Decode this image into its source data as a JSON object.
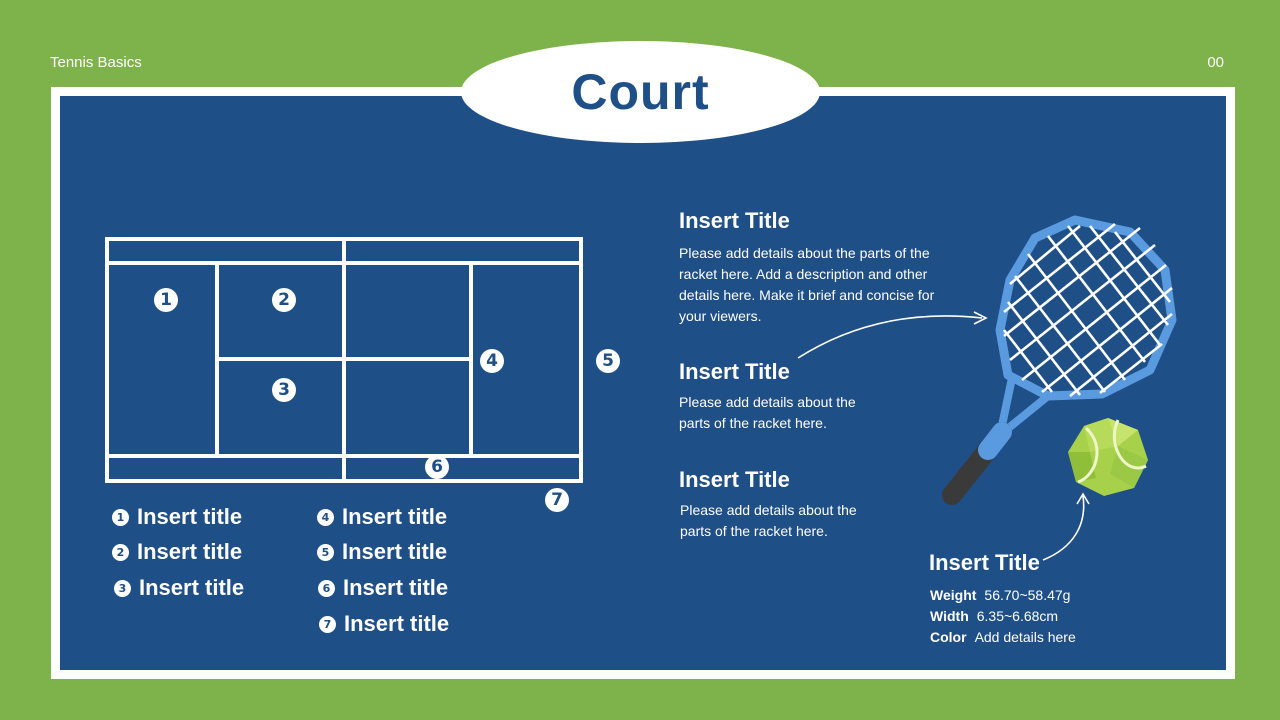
{
  "header": {
    "topic": "Tennis Basics",
    "page_number": "00"
  },
  "title": "Court",
  "court": {
    "markers": [
      "1",
      "2",
      "3",
      "4",
      "5",
      "6",
      "7"
    ]
  },
  "legend": [
    {
      "num": "1",
      "label": "Insert title"
    },
    {
      "num": "2",
      "label": "Insert title"
    },
    {
      "num": "3",
      "label": "Insert title"
    },
    {
      "num": "4",
      "label": "Insert title"
    },
    {
      "num": "5",
      "label": "Insert title"
    },
    {
      "num": "6",
      "label": "Insert title"
    },
    {
      "num": "7",
      "label": "Insert title"
    }
  ],
  "info_blocks": [
    {
      "title": "Insert Title",
      "text": "Please add details about the parts of the racket here. Add a description and other details here. Make it brief and concise for your viewers."
    },
    {
      "title": "Insert Title",
      "text": "Please add details about the parts of the racket here."
    },
    {
      "title": "Insert Title",
      "text": "Please add details about the parts of the racket here."
    }
  ],
  "ball_info": {
    "title": "Insert Title",
    "specs": [
      {
        "label": "Weight",
        "value": "56.70~58.47g"
      },
      {
        "label": "Width",
        "value": "6.35~6.68cm"
      },
      {
        "label": "Color",
        "value": "Add details here"
      }
    ]
  },
  "icons": [
    "tennis-racket-icon",
    "tennis-ball-icon",
    "arrow-icon"
  ],
  "colors": {
    "background": "#7db34a",
    "panel": "#1f4f87",
    "frame": "#5a9be0",
    "ball": "#a8d14b"
  }
}
